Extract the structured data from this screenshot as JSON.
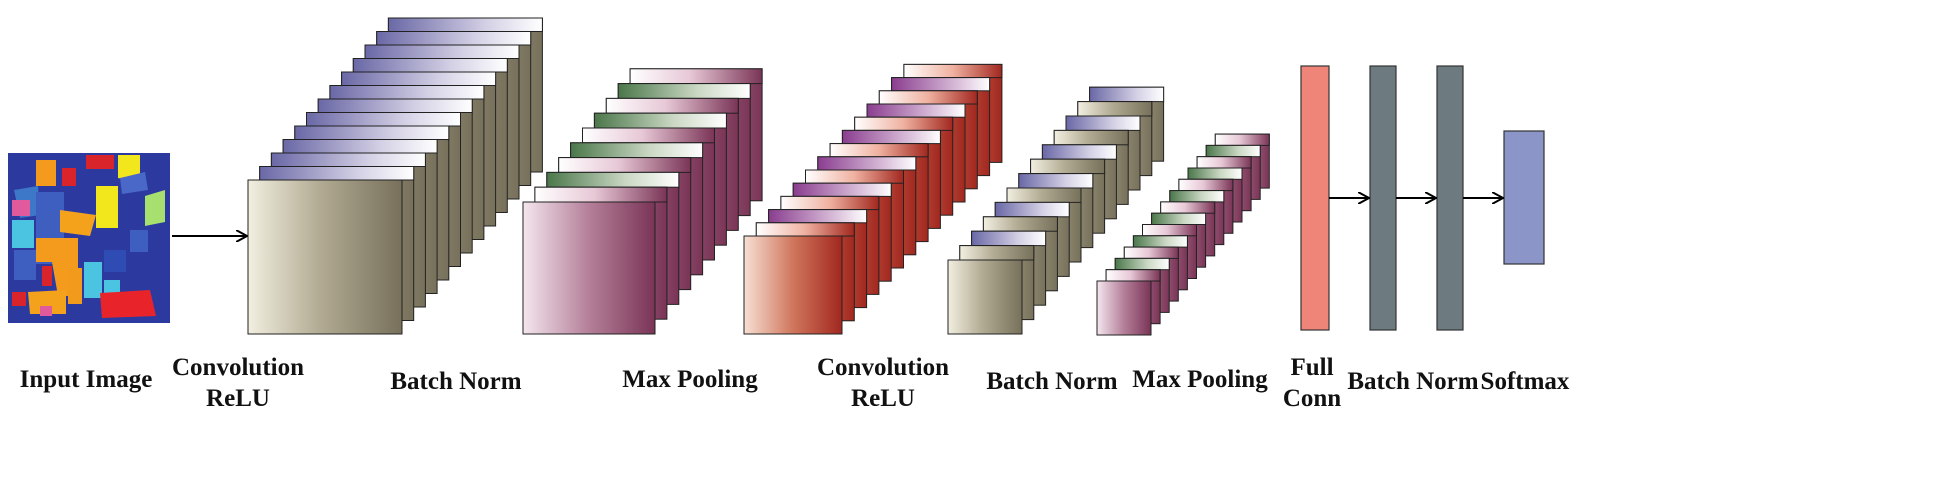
{
  "labels": {
    "input": "Input Image",
    "conv1_line1": "Convolution",
    "conv1_line2": "ReLU",
    "bn1": "Batch Norm",
    "pool1": "Max Pooling",
    "conv2_line1": "Convolution",
    "conv2_line2": "ReLU",
    "bn2": "Batch Norm",
    "pool2": "Max Pooling",
    "fc_line1": "Full",
    "fc_line2": "Conn",
    "bn3": "Batch Norm",
    "softmax": "Softmax"
  },
  "colors": {
    "olive_light": "#f2efe1",
    "olive_dark": "#77705a",
    "violet": "#6a68a6",
    "mauve_light": "#f4e6ee",
    "mauve_dark": "#7a3456",
    "green": "#4a774a",
    "rust_light": "#f7e0d4",
    "rust_dark": "#a2271f",
    "purple": "#8a3d8f",
    "full_conn": "#ef8579",
    "batch_norm_bar": "#6d7a80",
    "softmax": "#8b95c8",
    "map_background": "#2c3aa0"
  },
  "icons": {
    "arrow": "arrow-right-icon",
    "input": "hyperspectral-class-map-icon"
  }
}
